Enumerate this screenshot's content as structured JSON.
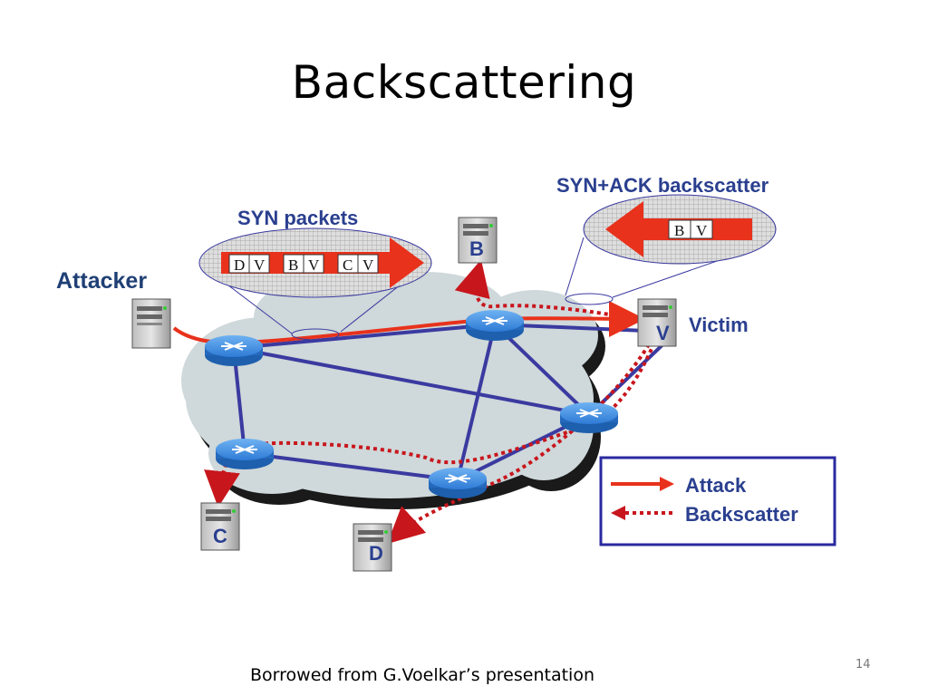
{
  "slide": {
    "title": "Backscattering",
    "caption": "Borrowed from G.Voelkar’s presentation",
    "page_number": "14"
  },
  "diagram": {
    "attacker_label": "Attacker",
    "victim_label": "Victim",
    "syn_callout": {
      "title": "SYN packets",
      "packets": [
        {
          "dst": "D",
          "src": "V"
        },
        {
          "dst": "B",
          "src": "V"
        },
        {
          "dst": "C",
          "src": "V"
        }
      ]
    },
    "synack_callout": {
      "title": "SYN+ACK backscatter",
      "packets": [
        {
          "dst": "B",
          "src": "V"
        }
      ]
    },
    "hosts": [
      {
        "id": "attacker",
        "letter": ""
      },
      {
        "id": "b",
        "letter": "B"
      },
      {
        "id": "victim",
        "letter": "V"
      },
      {
        "id": "c",
        "letter": "C"
      },
      {
        "id": "d",
        "letter": "D"
      }
    ],
    "legend": {
      "attack_label": "Attack",
      "backscatter_label": "Backscatter"
    },
    "colors": {
      "attack": "#e8321c",
      "backscatter": "#c8161d",
      "link": "#3a3aa0",
      "label_blue": "#2a3f8f",
      "cloud": "#cfd8da",
      "router": "#2e7bd6"
    }
  }
}
